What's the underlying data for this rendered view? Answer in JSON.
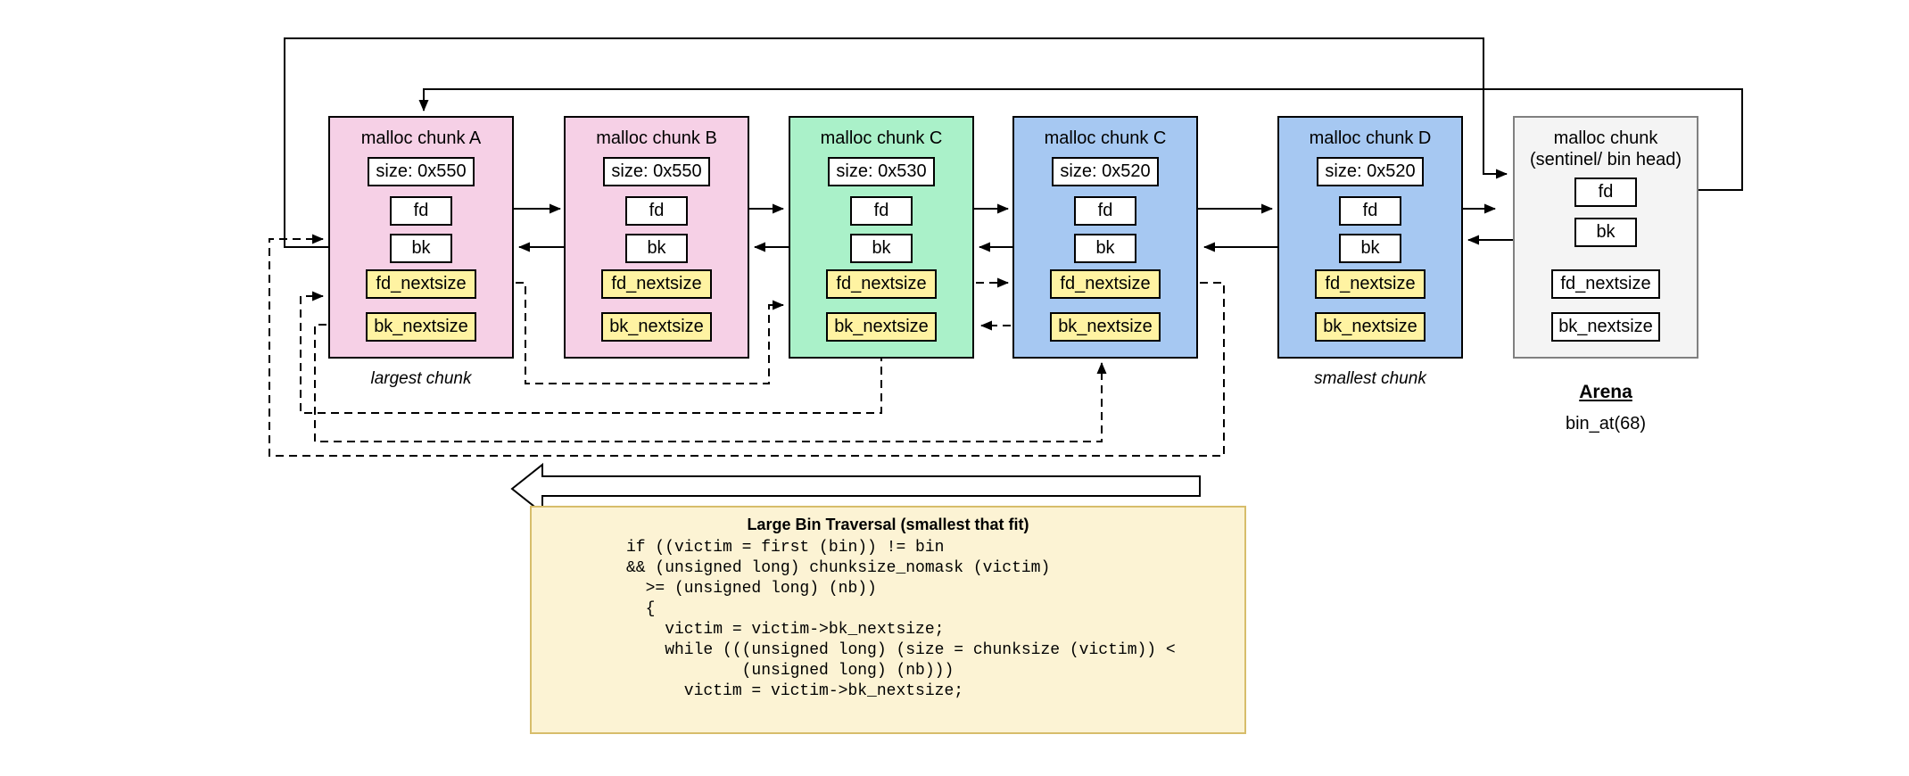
{
  "chunks": [
    {
      "title": "malloc chunk A",
      "size": "size: 0x550",
      "caption": "largest chunk"
    },
    {
      "title": "malloc chunk B",
      "size": "size: 0x550"
    },
    {
      "title": "malloc chunk C",
      "size": "size: 0x530"
    },
    {
      "title": "malloc chunk C",
      "size": "size: 0x520"
    },
    {
      "title": "malloc chunk D",
      "size": "size: 0x520",
      "caption": "smallest chunk"
    },
    {
      "title": "malloc chunk",
      "title2": "(sentinel/ bin head)",
      "caption": "Arena",
      "subcaption": "bin_at(68)"
    }
  ],
  "field_labels": {
    "fd": "fd",
    "bk": "bk",
    "fd_nextsize": "fd_nextsize",
    "bk_nextsize": "bk_nextsize"
  },
  "code_panel": {
    "title": "Large Bin Traversal (smallest that fit)",
    "lines": [
      "if ((victim = first (bin)) != bin",
      "&& (unsigned long) chunksize_nomask (victim)",
      "  >= (unsigned long) (nb))",
      "  {",
      "    victim = victim->bk_nextsize;",
      "    while (((unsigned long) (size = chunksize (victim)) <",
      "            (unsigned long) (nb)))",
      "      victim = victim->bk_nextsize;"
    ]
  },
  "colors": {
    "pink": "#f6d0e6",
    "green": "#aaf1c9",
    "blue": "#a6c8f2",
    "yellow_highlight": "#fff3a2",
    "sentinel_gray": "#f4f4f4",
    "code_bg": "#fcf3d4",
    "code_border": "#d7bd6b",
    "line": "#000000"
  },
  "connections": {
    "solid": [
      "chunkA.fd -> chunkB",
      "chunkB.fd -> chunkC_green",
      "chunkC_green.fd -> chunkC_blue",
      "chunkC_blue.fd -> chunkD",
      "chunkD.fd -> sentinel",
      "chunkB.bk -> chunkA",
      "chunkC_green.bk -> chunkB",
      "chunkC_blue.bk -> chunkC_green",
      "chunkD.bk -> chunkC_blue",
      "sentinel.bk -> chunkD",
      "chunkA.bk -> sentinel",
      "sentinel.fd -> chunkA"
    ],
    "dashed": [
      "chunkA.fd_nextsize -> chunkC_green",
      "chunkC_green.fd_nextsize -> chunkC_blue",
      "chunkC_blue.fd_nextsize -> chunkA",
      "chunkA.bk_nextsize -> chunkC_blue",
      "chunkC_blue.bk_nextsize -> chunkC_green",
      "chunkC_green.bk_nextsize -> chunkA"
    ]
  }
}
